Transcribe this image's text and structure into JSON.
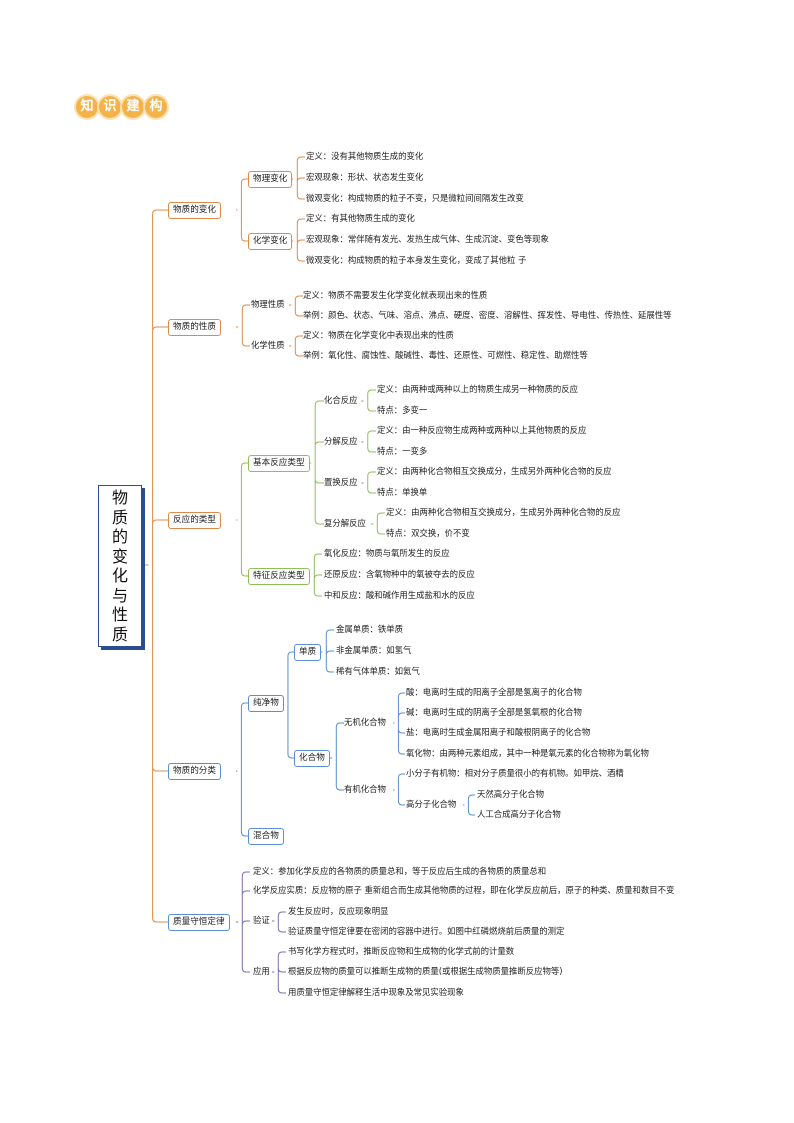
{
  "header": {
    "chars": [
      "知",
      "识",
      "建",
      "构"
    ]
  },
  "root": {
    "chars": [
      "物",
      "质",
      "的",
      "变",
      "化",
      "与",
      "性",
      "质"
    ]
  },
  "sections": {
    "change": {
      "label": "物质的变化",
      "physical": {
        "label": "物理变化",
        "items": [
          "定义：没有其他物质生成的变化",
          "宏观现象：形状、状态发生变化",
          "微观变化：构成物质的粒子不变，只是微粒间间隔发生改变"
        ]
      },
      "chemical": {
        "label": "化学变化",
        "items": [
          "定义：有其他物质生成的变化",
          "宏观现象：常伴随有发光、发热生成气体、生成沉淀、变色等现象",
          "微观变化：构成物质的粒子本身发生变化，变成了其他粒 子"
        ]
      }
    },
    "property": {
      "label": "物质的性质",
      "physical": {
        "label": "物理性质",
        "items": [
          "定义：物质不需要发生化学变化就表现出来的性质",
          "举例：颜色、状态、气味、溶点、沸点、硬度、密度、溶解性、挥发性、导电性、传热性、延展性等"
        ]
      },
      "chemical": {
        "label": "化学性质",
        "items": [
          "定义：物质在化学变化中表现出来的性质",
          "举例：氧化性、腐蚀性、酸碱性、毒性、还原性、可燃性、稳定性、助燃性等"
        ]
      }
    },
    "reaction": {
      "label": "反应的类型",
      "basic": {
        "label": "基本反应类型",
        "combination": {
          "label": "化合反应",
          "items": [
            "定义：由两种或两种以上的物质生成另一种物质的反应",
            "特点：多变一"
          ]
        },
        "decomposition": {
          "label": "分解反应",
          "items": [
            "定义：由一种反应物生成两种或两种以上其他物质的反应",
            "特点：一变多"
          ]
        },
        "displacement": {
          "label": "置换反应",
          "items": [
            "定义：由两种化合物相互交换成分，生成另外两种化合物的反应",
            "特点：单换单"
          ]
        },
        "double": {
          "label": "复分解反应",
          "items": [
            "定义：由两种化合物相互交换成分，生成另外两种化合物的反应",
            "特点：双交换，价不变"
          ]
        }
      },
      "feature": {
        "label": "特征反应类型",
        "items": [
          "氧化反应：物质与氧所发生的反应",
          "还原反应：含氧物种中的氧被夺去的反应",
          "中和反应：酸和碱作用生成盐和水的反应"
        ]
      }
    },
    "classification": {
      "label": "物质的分类",
      "pure": {
        "label": "纯净物",
        "element": {
          "label": "单质",
          "items": [
            "金属单质：铁单质",
            "非金属单质：如氢气",
            "稀有气体单质：如氦气"
          ]
        },
        "compound": {
          "label": "化合物",
          "inorganic": {
            "label": "无机化合物",
            "items": [
              "酸：电离时生成的阳离子全部是氢离子的化合物",
              "碱：电离时生成的阴离子全部是氢氧根的化合物",
              "盐：电离时生成金属阳离子和酸根阴离子的化合物",
              "氧化物：由两种元素组成，其中一种是氧元素的化合物称为氧化物"
            ]
          },
          "organic": {
            "label": "有机化合物",
            "small": "小分子有机物：相对分子质量很小的有机物。如甲烷、酒精",
            "polymer": {
              "label": "高分子化合物",
              "items": [
                "天然高分子化合物",
                "人工合成高分子化合物"
              ]
            }
          }
        }
      },
      "mixture": {
        "label": "混合物"
      }
    },
    "mass": {
      "label": "质量守恒定律",
      "definition": "定义：参加化学反应的各物质的质量总和，等于反应后生成的各物质的质量总和",
      "essence": "化学反应实质：反应物的原子 重新组合而生成其他物质的过程，即在化学反应前后，原子的种类、质量和数目不变",
      "verify": {
        "label": "验证",
        "items": [
          "发生反应时，反应现象明显",
          "验证质量守恒定律要在密闭的容器中进行。如图中红磷燃烧前后质量的测定"
        ]
      },
      "apply": {
        "label": "应用",
        "items": [
          "书写化学方程式时，推断反应物和生成物的化学式前的计量数",
          "根据反应物的质量可以推断生成物的质量(或根据生成物质量推断反应物等)",
          "用质量守恒定律解释生活中现象及常见实验现象"
        ]
      }
    }
  }
}
